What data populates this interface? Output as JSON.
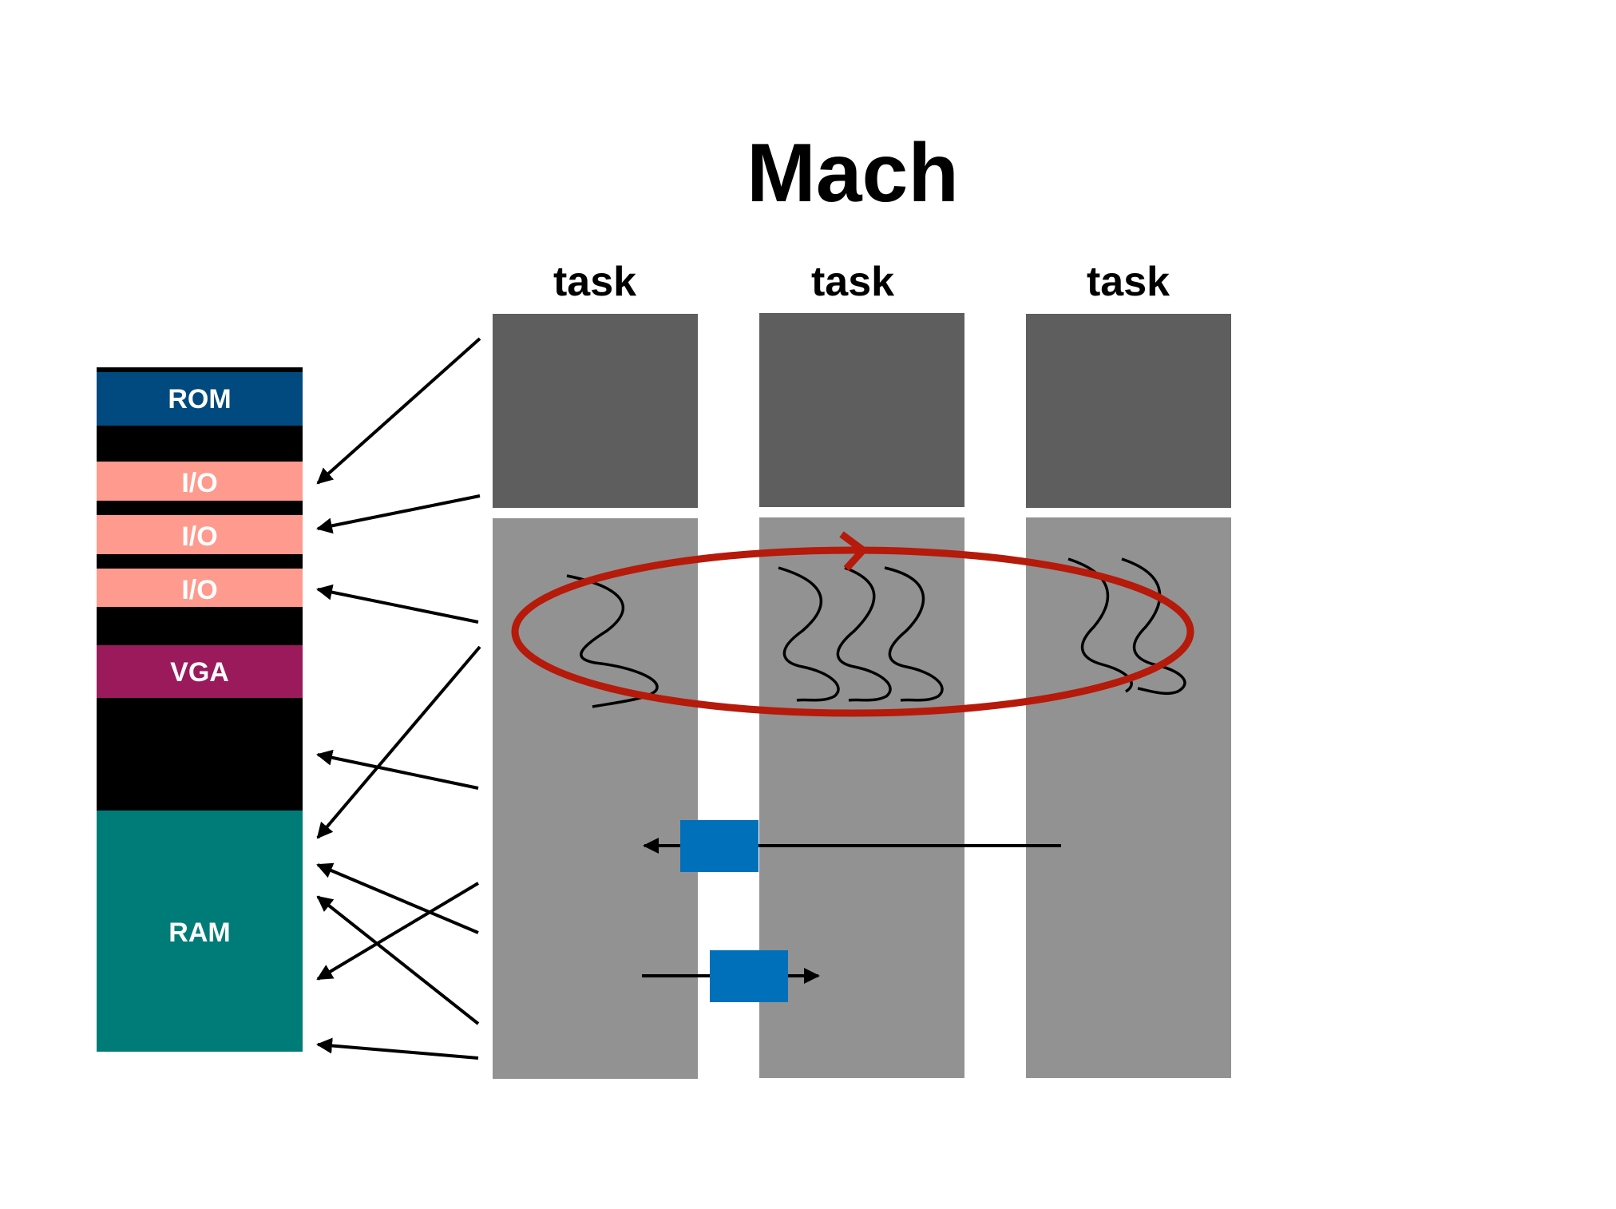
{
  "title": "Mach",
  "tasks": [
    {
      "label": "task"
    },
    {
      "label": "task"
    },
    {
      "label": "task"
    }
  ],
  "memory_map": {
    "segments": [
      {
        "label": "ROM",
        "color": "#004a80"
      },
      {
        "label": "",
        "color": "#000000"
      },
      {
        "label": "I/O",
        "color": "#ff9a8e"
      },
      {
        "label": "",
        "color": "#000000"
      },
      {
        "label": "I/O",
        "color": "#ff9a8e"
      },
      {
        "label": "",
        "color": "#000000"
      },
      {
        "label": "I/O",
        "color": "#ff9a8e"
      },
      {
        "label": "",
        "color": "#000000"
      },
      {
        "label": "VGA",
        "color": "#9b1a5c"
      },
      {
        "label": "",
        "color": "#000000"
      },
      {
        "label": "RAM",
        "color": "#007c78"
      }
    ]
  },
  "colors": {
    "task_kernel_block": "#5e5e5e",
    "task_body": "#929292",
    "scheduler_ring": "#b51a0a",
    "ipc_message": "#0070bb",
    "arrow": "#000000"
  },
  "icons": {
    "scheduler": "circular-arrow-ring",
    "threads": "wavy-thread-lines",
    "messages": "message-box-arrow"
  }
}
